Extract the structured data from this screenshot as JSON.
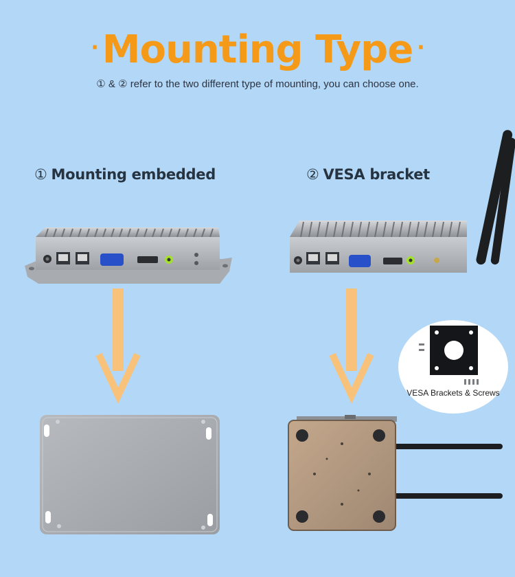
{
  "header": {
    "dot_left": "·",
    "title": "Mounting Type",
    "dot_right": "·",
    "subtitle": "① & ② refer to the two different type of mounting, you can choose one."
  },
  "sections": [
    {
      "number": "①",
      "label": "Mounting embedded"
    },
    {
      "number": "②",
      "label": "VESA bracket"
    }
  ],
  "vesa_callout": {
    "caption": "VESA Brackets & Screws"
  },
  "colors": {
    "background": "#b3d7f6",
    "title": "#f59a18",
    "arrow": "#f9c27a",
    "chassis": "#b9bcc1",
    "chassis_dark": "#8c8f94",
    "vga_port": "#2850c8",
    "audio_jack": "#a6e02f"
  }
}
